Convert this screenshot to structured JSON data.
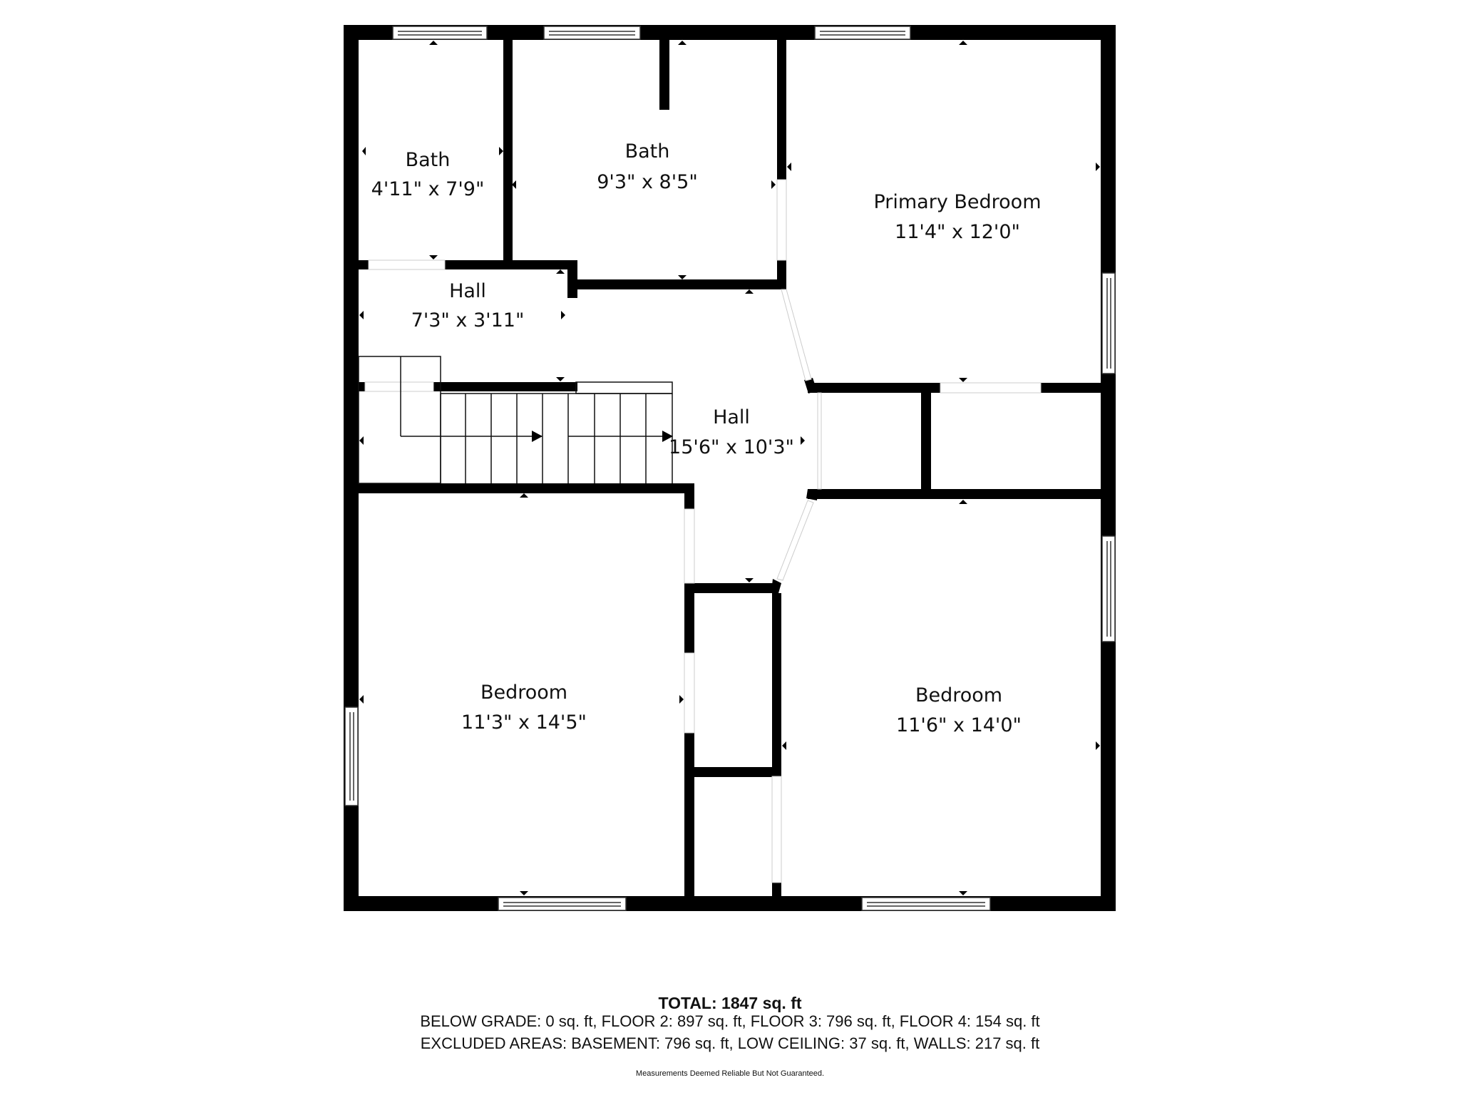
{
  "floorplan": {
    "colors": {
      "wall": "#000000",
      "background": "#ffffff",
      "text": "#111111"
    },
    "rooms": [
      {
        "name": "Bath",
        "dims": "4'11\" x 7'9\""
      },
      {
        "name": "Bath",
        "dims": "9'3\" x 8'5\""
      },
      {
        "name": "Primary Bedroom",
        "dims": "11'4\" x 12'0\""
      },
      {
        "name": "Hall",
        "dims": "7'3\" x 3'11\""
      },
      {
        "name": "Hall",
        "dims": "15'6\" x 10'3\""
      },
      {
        "name": "Bedroom",
        "dims": "11'3\" x 14'5\""
      },
      {
        "name": "Bedroom",
        "dims": "11'6\" x 14'0\""
      }
    ]
  },
  "footer": {
    "total": "TOTAL: 1847 sq. ft",
    "line1": "BELOW GRADE: 0 sq. ft, FLOOR 2: 897 sq. ft, FLOOR 3: 796 sq. ft, FLOOR 4: 154 sq. ft",
    "line2": "EXCLUDED AREAS: BASEMENT: 796 sq. ft, LOW CEILING: 37 sq. ft, WALLS: 217 sq. ft",
    "disclaimer": "Measurements Deemed Reliable But Not Guaranteed."
  }
}
